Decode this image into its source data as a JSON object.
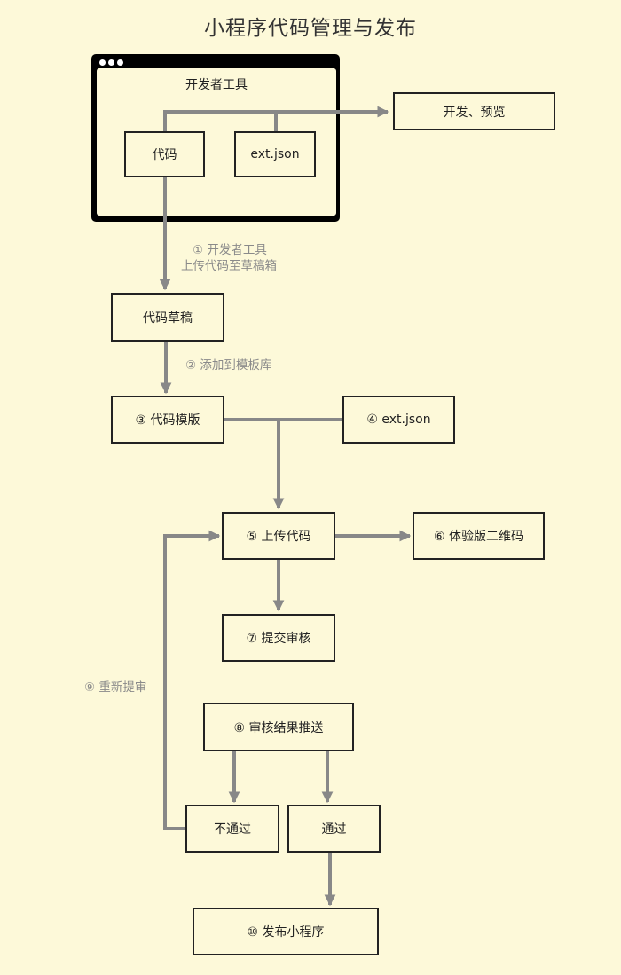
{
  "title": "小程序代码管理与发布",
  "colors": {
    "background": "#fdf9d9",
    "arrow": "#888888",
    "border": "#222222",
    "label": "#8a8a8a"
  },
  "devtools": {
    "window_title": "开发者工具",
    "code": "代码",
    "ext_json": "ext.json"
  },
  "nodes": {
    "dev_preview": "开发、预览",
    "code_draft": "代码草稿",
    "code_template": "③ 代码模版",
    "ext_json_4": "④ ext.json",
    "upload_code": "⑤ 上传代码",
    "trial_qr": "⑥ 体验版二维码",
    "submit_review": "⑦ 提交审核",
    "review_push": "⑧ 审核结果推送",
    "rejected": "不通过",
    "approved": "通过",
    "publish": "⑩ 发布小程序"
  },
  "steps": {
    "step1_line1": "① 开发者工具",
    "step1_line2": "上传代码至草稿箱",
    "step2": "② 添加到模板库",
    "step9": "⑨ 重新提审"
  }
}
